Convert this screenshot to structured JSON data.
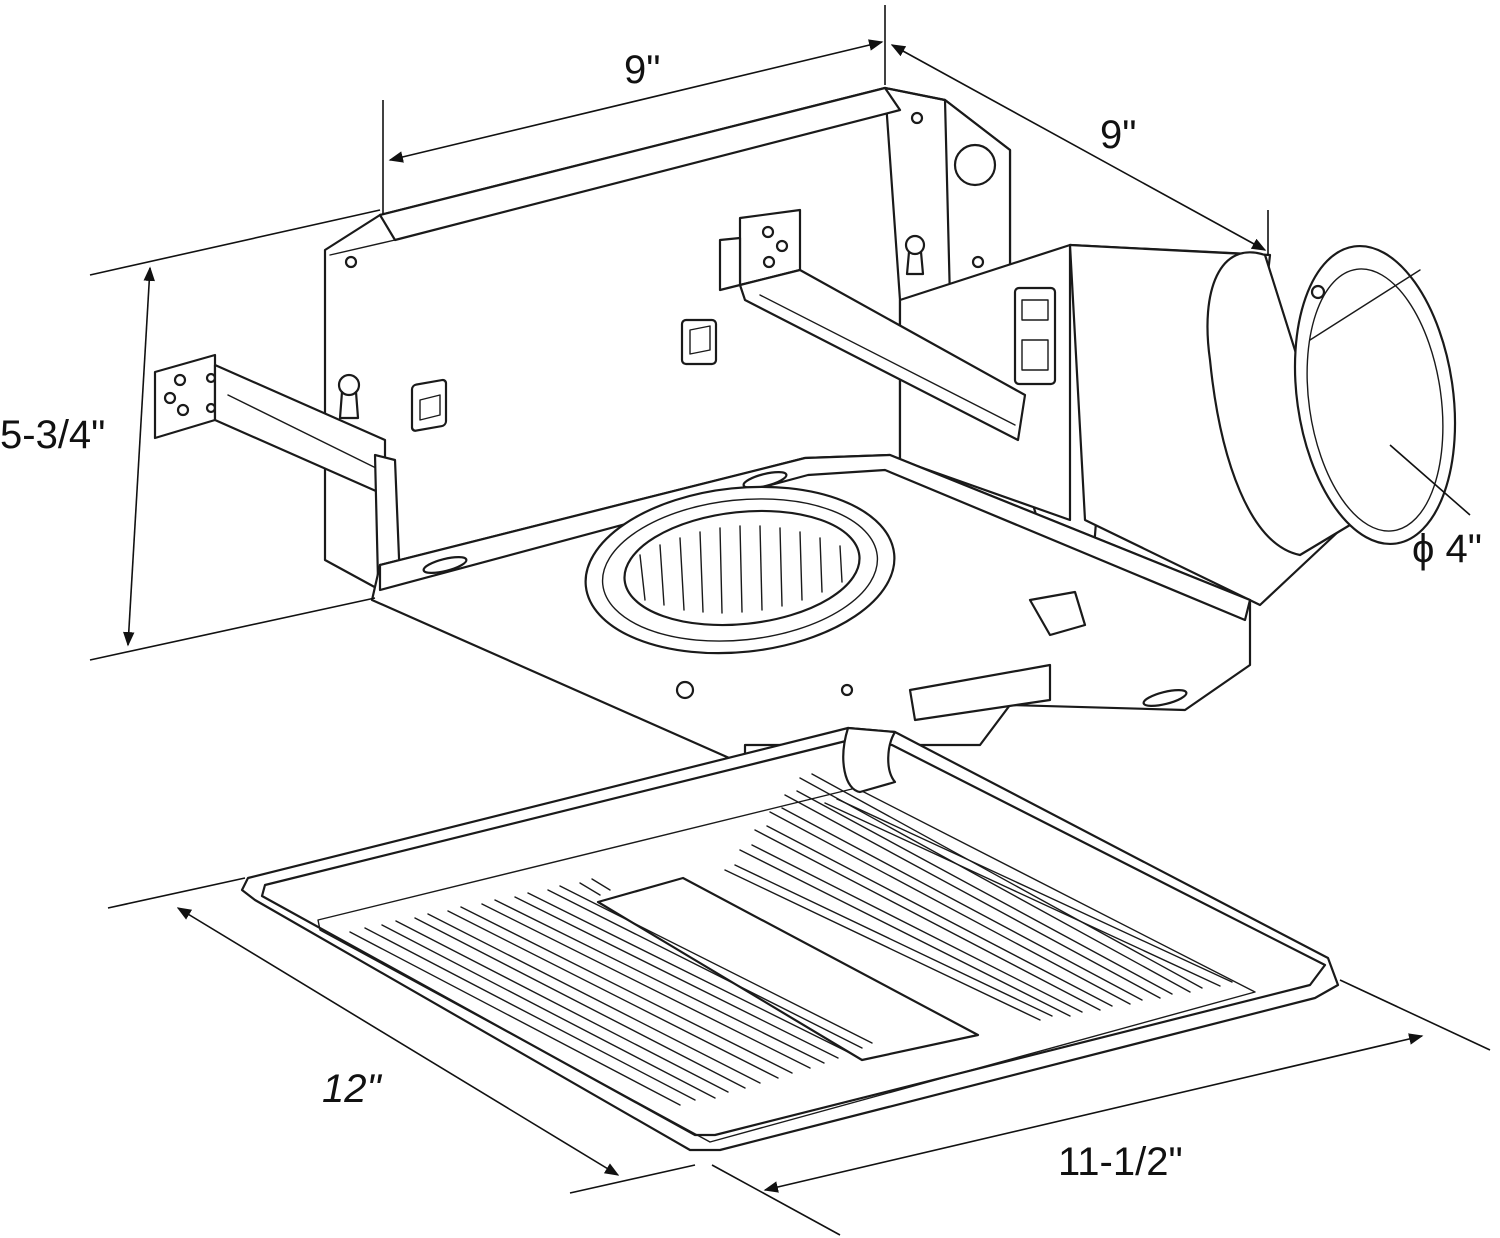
{
  "dimensions": {
    "housing_width": "9\"",
    "housing_depth": "9\"",
    "housing_height": "5-3/4\"",
    "duct_diameter": "ϕ 4\"",
    "grille_length": "12\"",
    "grille_width": "11-1/2\""
  },
  "colors": {
    "line": "#1a1a1a",
    "background": "#ffffff"
  }
}
